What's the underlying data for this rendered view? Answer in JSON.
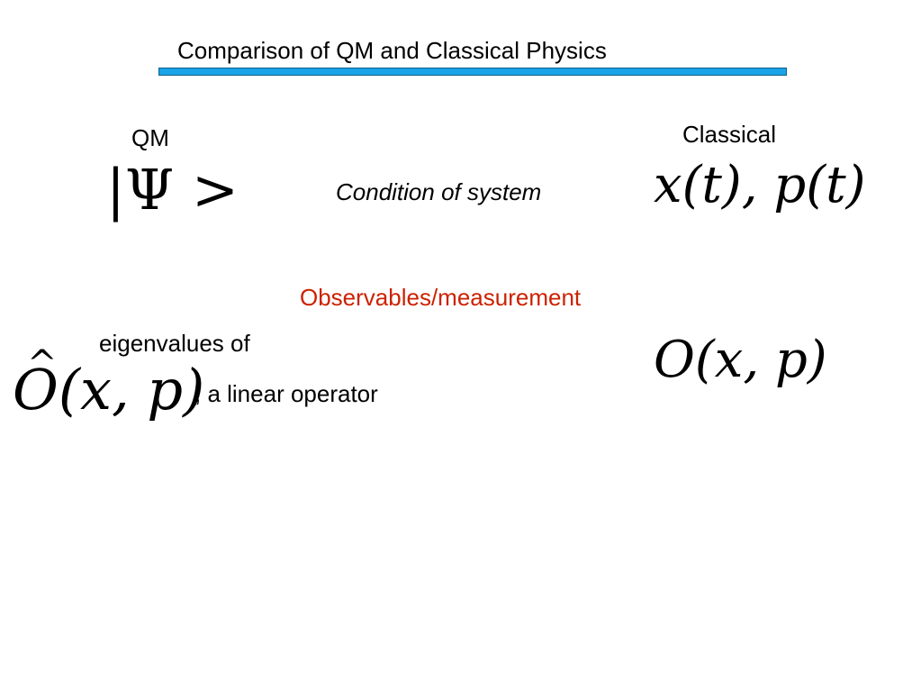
{
  "slide": {
    "title": "Comparison of QM and Classical Physics",
    "title_bar_color": "#1aa3e6",
    "columns": {
      "qm_heading": "QM",
      "classical_heading": "Classical"
    },
    "rows": {
      "state": {
        "label": "Condition of system",
        "qm_bar": "|",
        "qm_psi": "Ψ",
        "qm_gt": " >",
        "classical_expr": "x(t), p(t)"
      },
      "observables": {
        "label": "Observables/measurement",
        "label_color": "#cc2200",
        "qm_prefix": "eigenvalues of",
        "qm_operator_letter": "O",
        "qm_operator_hat": "^",
        "qm_operator_args": "(x, p)",
        "qm_suffix": ", a linear operator",
        "classical_expr": "O(x, p)"
      }
    }
  }
}
